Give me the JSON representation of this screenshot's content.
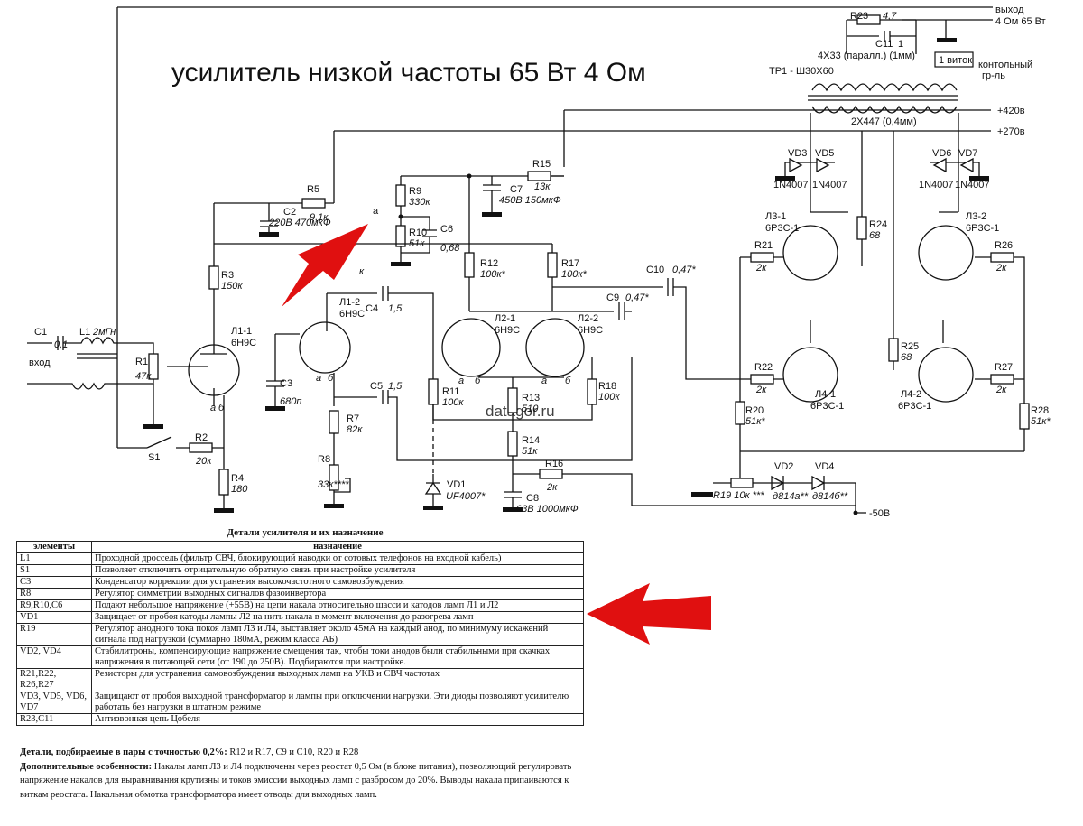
{
  "title": "усилитель низкой частоты 65 Вт 4 Ом",
  "watermark": "datagor.ru",
  "colors": {
    "arrow": "#e01010",
    "ink": "#111111"
  },
  "schematic": {
    "output": {
      "line1": "выход",
      "line2": "4 Ом 65 Вт"
    },
    "transformer": {
      "name": "ТР1 - Ш30Х60",
      "primary": "2Х447 (0,4мм)",
      "secondary": "4Х33 (паралл.) (1мм)",
      "turn": "1 виток",
      "ctrl1": "контольный",
      "ctrl2": "гр-ль"
    },
    "supplies": {
      "plus420": "+420в",
      "plus270": "+270в",
      "minus50": "-50В"
    },
    "input": "вход",
    "node_a": "а",
    "parts": {
      "R23": "R23",
      "R23v": "4,7",
      "C11": "C11",
      "C11v": "1",
      "R5": "R5",
      "R5v": "9,1к",
      "C2": "C2",
      "C2v": "220В 470мкФ",
      "R9": "R9",
      "R9v": "330к",
      "R10": "R10",
      "R10v": "51к",
      "C6": "C6",
      "C6v": "0,68",
      "C7": "C7",
      "C7v": "450В 150мкФ",
      "R15": "R15",
      "R15v": "13к",
      "R3": "R3",
      "R3v": "150к",
      "R12": "R12",
      "R12v": "100к*",
      "R17": "R17",
      "R17v": "100к*",
      "C10": "C10",
      "C10v": "0,47*",
      "C9": "C9",
      "C9v": "0,47*",
      "C1": "C1",
      "C1v": "0,1",
      "L1": "L1",
      "L1v": "2мГн",
      "R1": "R1",
      "R1v": "47к",
      "L11": "Л1-1",
      "L11t": "6Н9С",
      "L12": "Л1-2",
      "L12t": "6Н9С",
      "C4": "C4",
      "C4v": "1,5",
      "L21": "Л2-1",
      "L21t": "6Н9С",
      "L22": "Л2-2",
      "L22t": "6Н9С",
      "C3": "C3",
      "C3v": "680п",
      "R2": "R2",
      "R2v": "20к",
      "S1": "S1",
      "R4": "R4",
      "R4v": "180",
      "R7": "R7",
      "R7v": "82к",
      "R8": "R8",
      "R8v": "33к****",
      "C5": "C5",
      "C5v": "1,5",
      "R11": "R11",
      "R11v": "100к",
      "R13": "R13",
      "R13v": "510",
      "R14": "R14",
      "R14v": "51к",
      "R18": "R18",
      "R18v": "100к",
      "R16": "R16",
      "R16v": "2к",
      "C8": "C8",
      "C8v": "63В 1000мкФ",
      "VD1": "VD1",
      "VD1v": "UF4007*",
      "VD3": "VD3",
      "VD5": "VD5",
      "VD6": "VD6",
      "VD7": "VD7",
      "n4007": "1N4007",
      "L31": "Л3-1",
      "L32": "Л3-2",
      "L41": "Л4-1",
      "L42": "Л4-2",
      "p6r3s": "6Р3С-1",
      "R24": "R24",
      "R24v": "68",
      "R25": "R25",
      "R25v": "68",
      "R21": "R21",
      "R22": "R22",
      "R26": "R26",
      "R27": "R27",
      "k2": "2к",
      "R20": "R20",
      "R20v": "51к*",
      "R28": "R28",
      "R28v": "51к*",
      "R19": "R19 10к ***",
      "VD2": "VD2",
      "VD2v": "д814а**",
      "VD4": "VD4",
      "VD4v": "д814б**",
      "ka": "а",
      "kb": "б",
      "k": "к"
    }
  },
  "table": {
    "caption": "Детали усилителя и их назначение",
    "headers": [
      "элементы",
      "назначение"
    ],
    "rows": [
      [
        "L1",
        "Проходной дроссель (фильтр СВЧ, блокирующий наводки от сотовых телефонов на входной кабель)"
      ],
      [
        "S1",
        "Позволяет отключить отрицательную обратную связь при настройке усилителя"
      ],
      [
        "C3",
        "Конденсатор коррекции для устранения высокочастотного самовозбуждения"
      ],
      [
        "R8",
        "Регулятор симметрии выходных сигналов фазоинвертора"
      ],
      [
        "R9,R10,C6",
        "Подают небольшое напряжение (+55В) на цепи накала относительно шасси и катодов ламп Л1 и Л2"
      ],
      [
        "VD1",
        "Защищает от пробоя катоды лампы Л2 на нить накала в момент включения до разогрева ламп"
      ],
      [
        "R19",
        "Регулятор анодного тока покоя ламп Л3 и Л4, выставляет около 45мА на каждый анод, по минимуму искажений сигнала под нагрузкой (суммарно 180мА, режим класса АБ)"
      ],
      [
        "VD2, VD4",
        "Стабилитроны, компенсирующие напряжение смещения так, чтобы токи анодов были стабильными при скачках напряжения в питающей сети (от 190 до 250В). Подбираются при настройке."
      ],
      [
        "R21,R22, R26,R27",
        "Резисторы для устранения самовозбуждения выходных ламп на УКВ и СВЧ частотах"
      ],
      [
        "VD3, VD5, VD6, VD7",
        "Защищают от пробоя выходной трансформатор и лампы при отключении нагрузки. Эти диоды позволяют усилителю работать без нагрузки в штатном режиме"
      ],
      [
        "R23,C11",
        "Антизвонная цепь Цобеля"
      ]
    ]
  },
  "notes": {
    "pairs_label": "Детали, подбираемые в пары с точностью 0,2%:",
    "pairs_text": " R12 и R17, C9 и C10, R20 и R28",
    "extra_label": "Дополнительные особенности:",
    "extra_text": " Накалы ламп Л3 и Л4 подключены через реостат 0,5 Ом (в блоке питания), позволяющий регулировать напряжение накалов для выравнивания крутизны и токов эмиссии выходных ламп с разбросом до 20%. Выводы накала припаиваются к виткам реостата. Накальная обмотка трансформатора имеет отводы для выходных ламп."
  }
}
